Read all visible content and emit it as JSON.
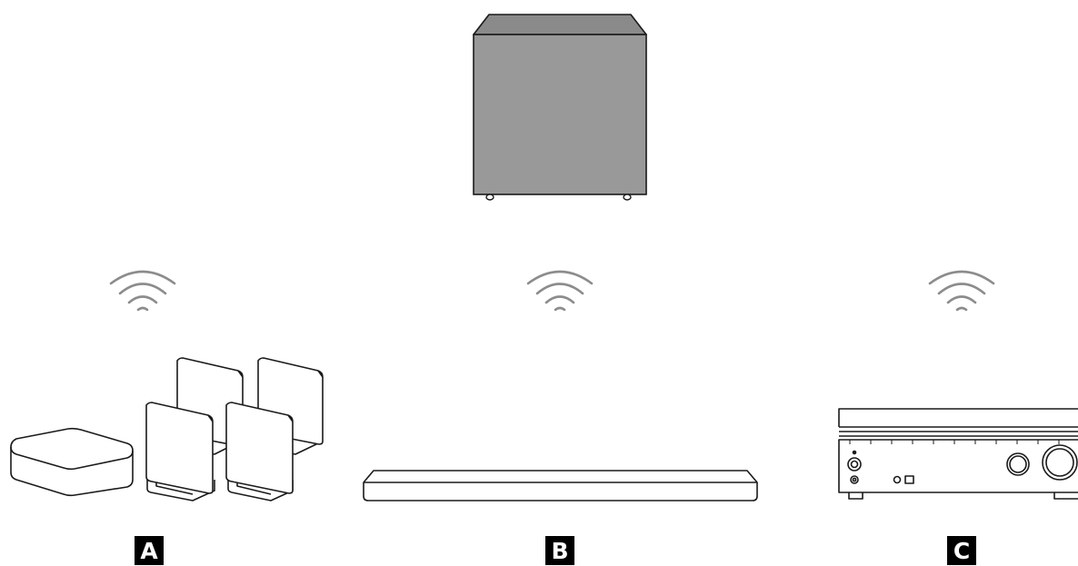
{
  "colors": {
    "line": "#1a1a1a",
    "subwoofer_fill": "#999999",
    "subwoofer_top": "#8a8a8a",
    "wifi": "#8c8c8c",
    "badge_bg": "#000000",
    "badge_text": "#ffffff"
  },
  "icons": {
    "subwoofer": "subwoofer-icon",
    "wifi": "wifi-signal-icon",
    "hub": "wireless-hub-icon",
    "rear_speakers": "surround-speakers-icon",
    "soundbar": "soundbar-icon",
    "receiver": "av-receiver-icon"
  },
  "labels": {
    "a": "A",
    "b": "B",
    "c": "C"
  }
}
